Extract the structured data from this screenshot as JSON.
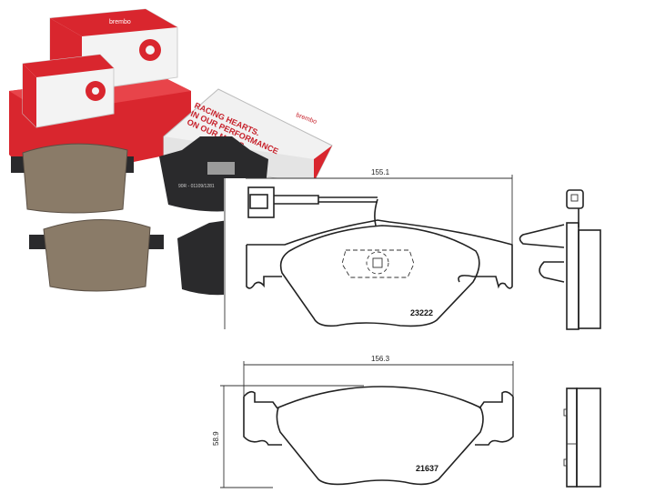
{
  "product_photo": {
    "brand": "brembo",
    "slogan_lines": [
      "RACING HEARTS.",
      "IN OUR PERFORMANCE",
      "ON OUR MINDS."
    ],
    "pad_marking": "90R - 01109/1281",
    "colors": {
      "box_red": "#d9262e",
      "box_white": "#f2f2f2",
      "pad_friction": "#8a7b68",
      "pad_backplate": "#2a2a2c"
    }
  },
  "drawing_top": {
    "width_dimension": "155.1",
    "part_number": "23222",
    "has_wear_sensor": true
  },
  "drawing_bottom": {
    "width_dimension": "156.3",
    "height_dimension": "58.9",
    "part_number": "21637"
  }
}
